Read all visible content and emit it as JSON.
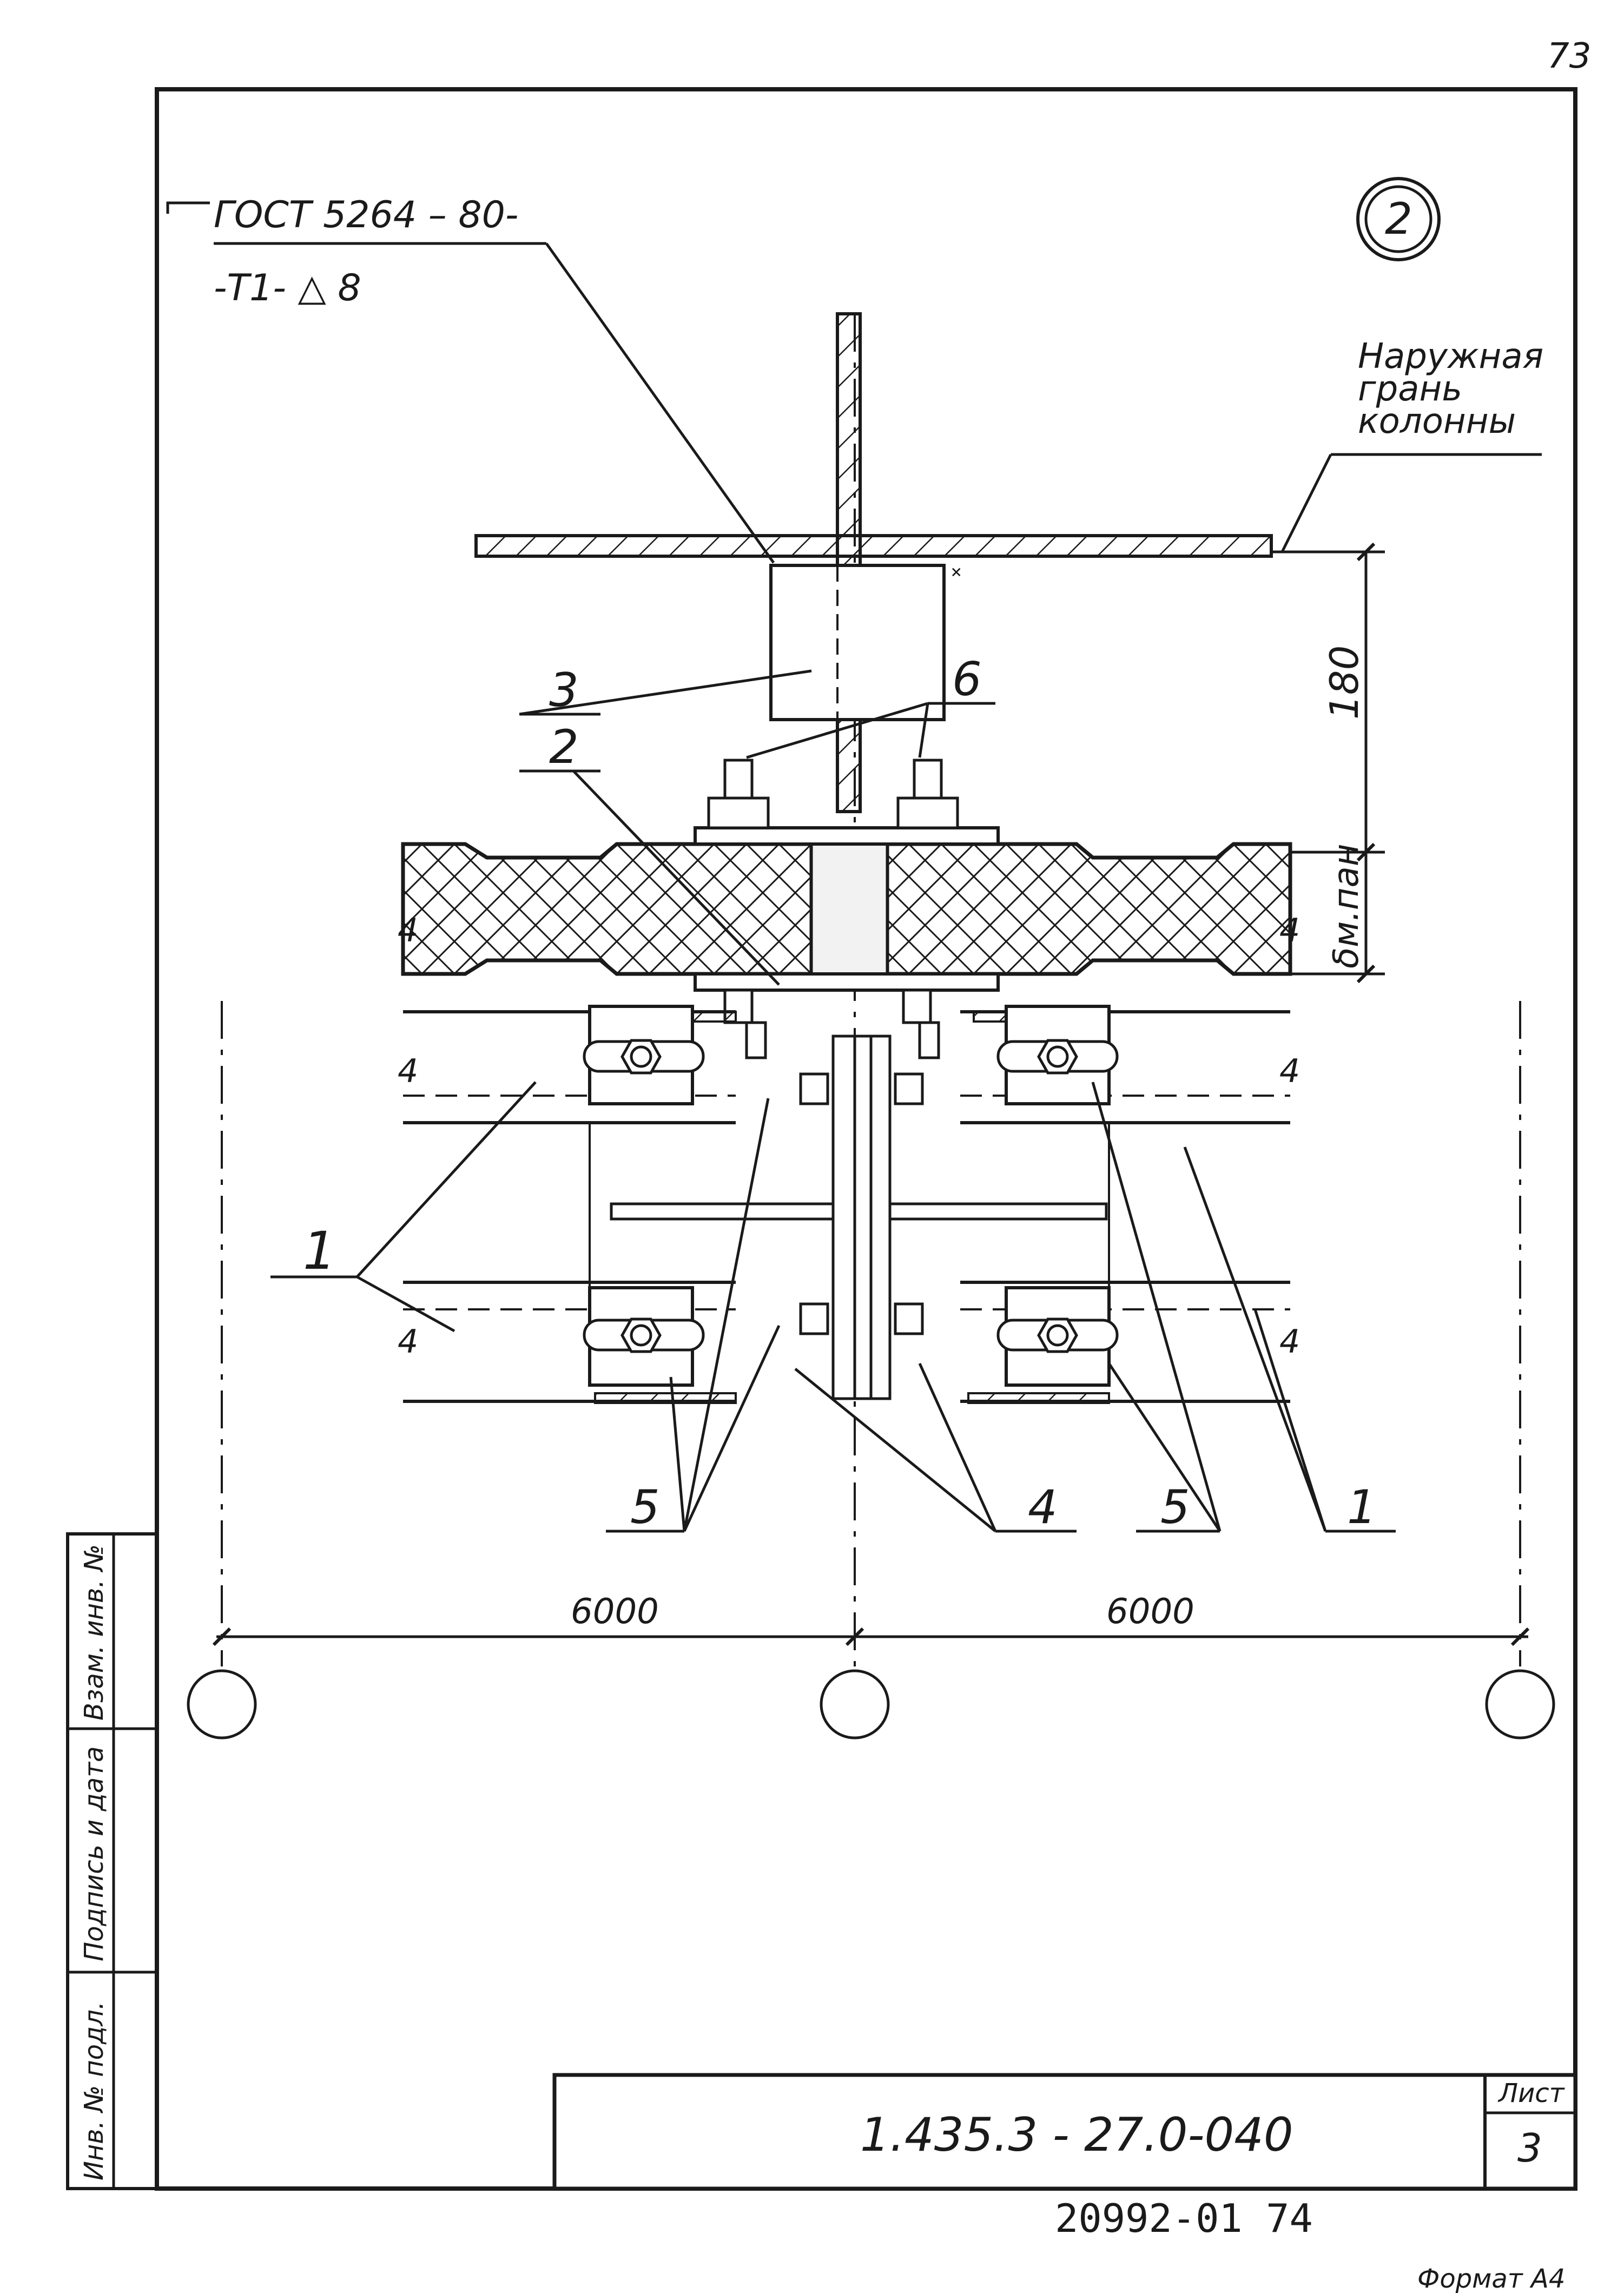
{
  "page_number": "73",
  "node_marker": "2",
  "weld_note": {
    "line1": "ГОСТ 5264 – 80-",
    "line2": "-Т1- △ 8"
  },
  "facade_note": {
    "line1": "Наружная",
    "line2": "грань",
    "line3": "колонны"
  },
  "callouts": {
    "c1": "1",
    "c1b": "1",
    "c2": "2",
    "c3": "3",
    "c4": "4",
    "c5a": "5",
    "c5b": "5",
    "c6": "6"
  },
  "dimensions": {
    "d180": "180",
    "panel": "δм.пан",
    "span_left": "6000",
    "span_right": "6000"
  },
  "break_marks": [
    "4",
    "4",
    "4",
    "4",
    "4",
    "4"
  ],
  "side_stamp": {
    "inv_no": "Инв. № подл.",
    "sign_date": "Подпись и дата",
    "replace_inv": "Взам. инв. №"
  },
  "title_block": {
    "designation": "1.435.3 - 27.0-040",
    "sheet_label": "Лист",
    "sheet_value": "3"
  },
  "archive_no": "20992-01   74",
  "format_note": "Формат А4"
}
